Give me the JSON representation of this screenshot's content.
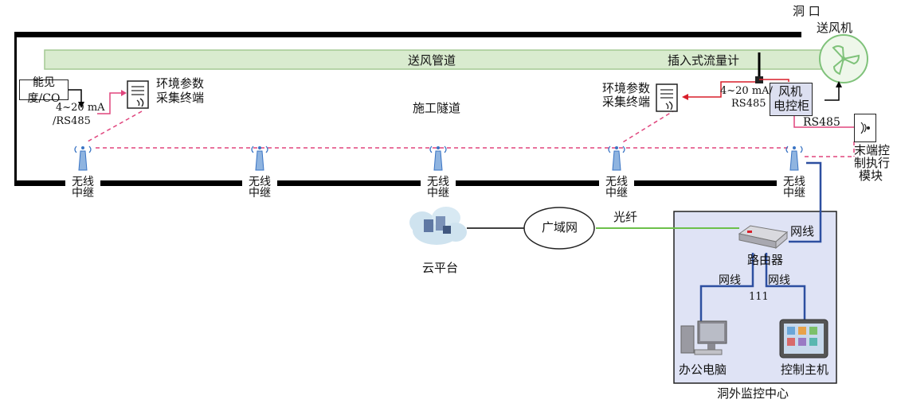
{
  "labels": {
    "tunnel_entrance": "洞 口",
    "fan": "送风机",
    "duct": "送风管道",
    "flowmeter": "插入式流量计",
    "visibility_co": "能见度/CO",
    "signal_left_line1": "4~20 mA",
    "signal_left_line2": "/RS485",
    "env_terminal_line1": "环境参数",
    "env_terminal_line2": "采集终端",
    "construction_tunnel": "施工隧道",
    "signal_right_line1": "4~20 mA/",
    "signal_right_line2": "RS485",
    "fan_control_line1": "风机",
    "fan_control_line2": "电控柜",
    "rs485": "RS485",
    "end_module_line1": "末端控",
    "end_module_line2": "制执行",
    "end_module_line3": "模块",
    "repeater_line1": "无线",
    "repeater_line2": "中继",
    "cloud": "云平台",
    "wan": "广域网",
    "fiber": "光纤",
    "network_cable": "网线",
    "router": "路由器",
    "hub_number": "111",
    "office_pc": "办公电脑",
    "control_host": "控制主机",
    "monitoring_center": "洞外监控中心"
  },
  "colors": {
    "wall": "#000000",
    "duct_fill": "#d9ebcf",
    "duct_border": "#a4c994",
    "wireless_link": "#e0457d",
    "signal_red": "#d81e2a",
    "network_blue": "#2d4fa0",
    "fiber_green": "#6cc04a",
    "center_bg": "#dfe3f5",
    "antenna": "#3a74c4",
    "fan_green": "#7fc27a"
  },
  "icons": {
    "repeater": "wireless-repeater-icon",
    "terminal": "data-terminal-icon",
    "fan": "fan-icon",
    "cloud": "cloud-platform-icon",
    "router": "router-icon",
    "pc": "desktop-computer-icon",
    "tablet": "tablet-icon"
  }
}
